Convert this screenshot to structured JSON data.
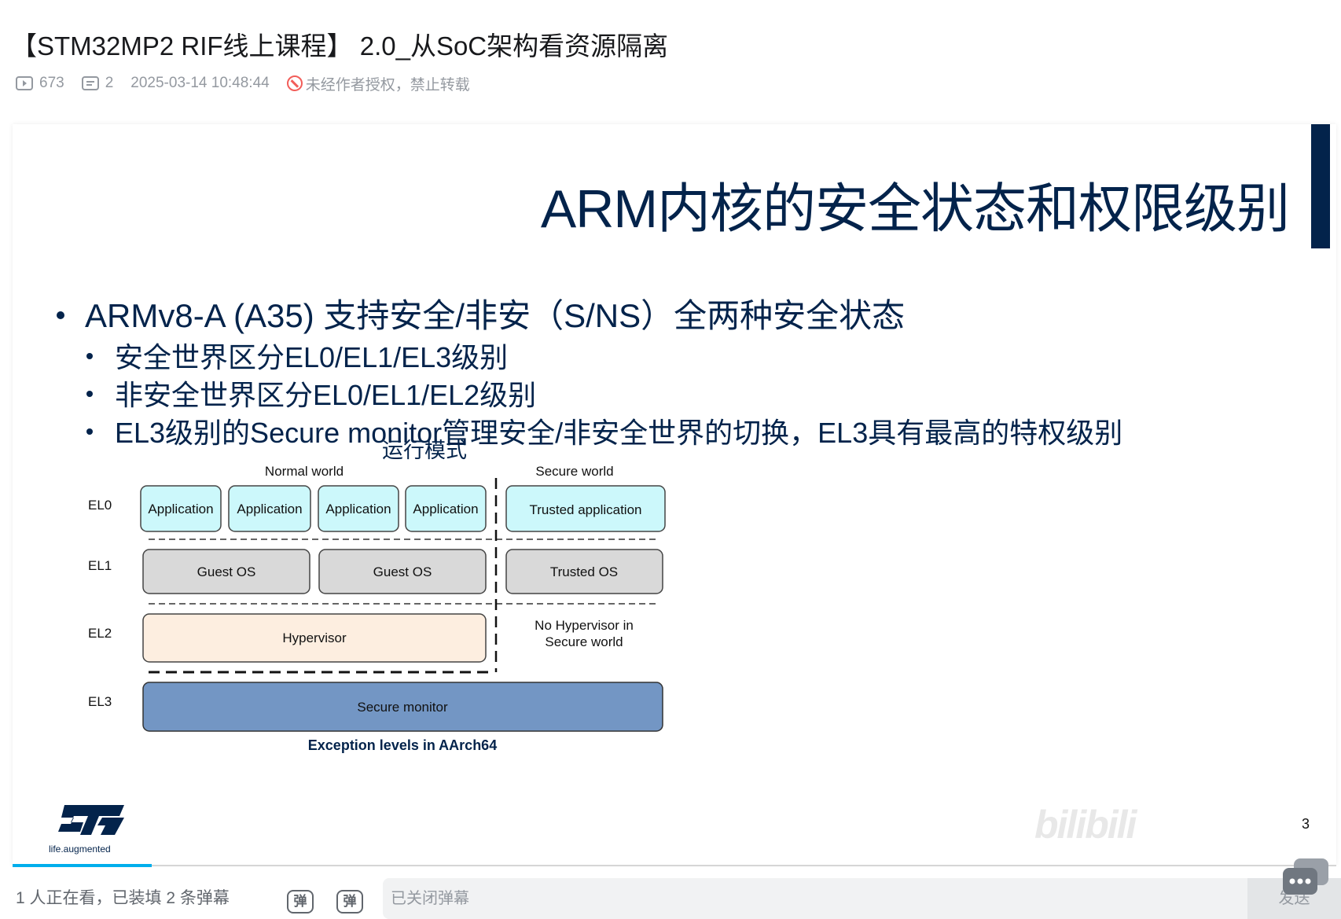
{
  "video": {
    "title": "【STM32MP2 RIF线上课程】 2.0_从SoC架构看资源隔离",
    "views": "673",
    "danmaku_count": "2",
    "datetime": "2025-03-14 10:48:44",
    "copyright_notice": "未经作者授权，禁止转载"
  },
  "slide": {
    "title": "ARM内核的安全状态和权限级别",
    "bullet_main": "ARMv8-A (A35) 支持安全/非安（S/NS）全两种安全状态",
    "sub_bullets": [
      "安全世界区分EL0/EL1/EL3级别",
      "非安全世界区分EL0/EL1/EL2级别",
      "EL3级别的Secure monitor管理安全/非安全世界的切换，EL3具有最高的特权级别"
    ],
    "diagram": {
      "heading": "运行模式",
      "normal_world": "Normal world",
      "secure_world": "Secure world",
      "levels": [
        "EL0",
        "EL1",
        "EL2",
        "EL3"
      ],
      "el0_normal": [
        "Application",
        "Application",
        "Application",
        "Application"
      ],
      "el0_secure": "Trusted application",
      "el1_normal": [
        "Guest OS",
        "Guest OS"
      ],
      "el1_secure": "Trusted OS",
      "el2_normal": "Hypervisor",
      "el2_secure_lines": [
        "No Hypervisor in",
        "Secure world"
      ],
      "el3": "Secure monitor",
      "caption": "Exception levels in AArch64",
      "colors": {
        "application": "#ccf8fb",
        "os": "#d9d9d9",
        "hypervisor": "#fdeee0",
        "monitor": "#7396c4"
      }
    },
    "logo_tagline": "life.augmented",
    "page_number": "3"
  },
  "playback": {
    "progress": 0.105
  },
  "bottom_bar": {
    "viewers_text": "1 人正在看，已装填 2 条弹幕",
    "danmaku_toggle_glyph": "弹",
    "danmaku_settings_glyph": "弹",
    "input_placeholder": "已关闭弹幕",
    "send_label": "发送"
  },
  "icons": {
    "views": "play-count-icon",
    "danmaku": "danmaku-count-icon",
    "ban": "no-repost-icon",
    "chat": "chat-bubble-icon"
  }
}
